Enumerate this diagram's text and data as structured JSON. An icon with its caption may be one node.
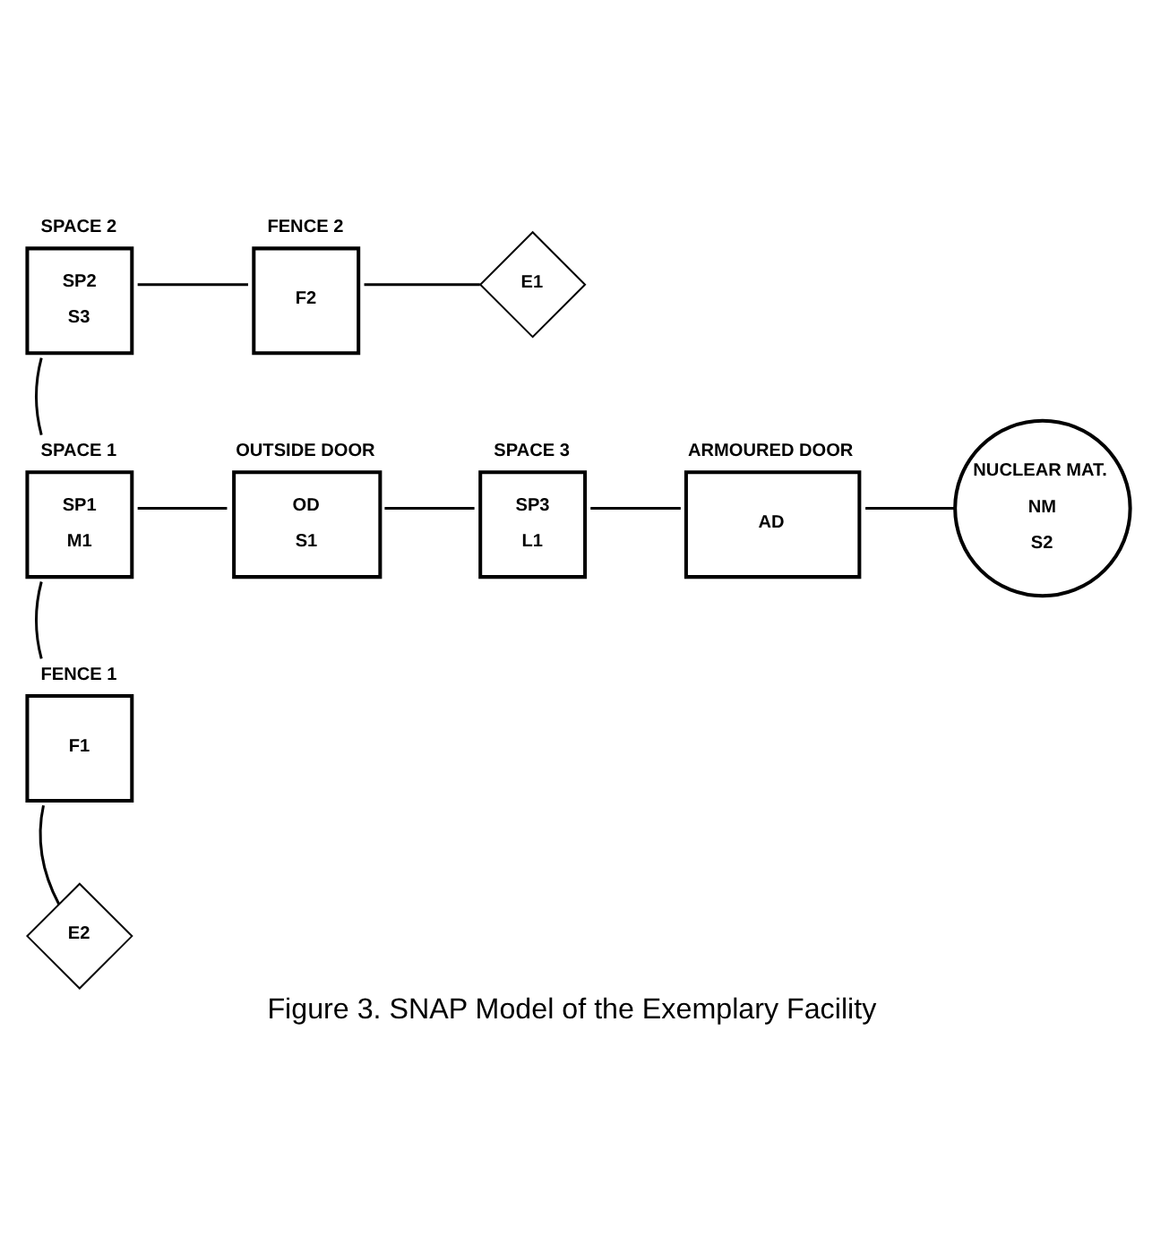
{
  "diagram": {
    "caption": "Figure 3. SNAP Model of the Exemplary Facility",
    "nodes": [
      {
        "text": [
          "SPACE 2",
          "SP2",
          "S3"
        ]
      },
      {
        "text": [
          "FENCE 2",
          "F2"
        ]
      },
      {
        "text": [
          "E1"
        ]
      },
      {
        "text": [
          "SPACE 1",
          "SP1",
          "M1"
        ]
      },
      {
        "text": [
          "OUTSIDE DOOR",
          "OD",
          "S1"
        ]
      },
      {
        "text": [
          "SPACE 3",
          "SP3",
          "L1"
        ]
      },
      {
        "text": [
          "ARMOURED DOOR",
          "AD"
        ]
      },
      {
        "text": [
          "NUCLEAR MAT.",
          "NM",
          "S2"
        ]
      },
      {
        "text": [
          "FENCE 1",
          "F1"
        ]
      },
      {
        "text": [
          "E2"
        ]
      }
    ],
    "edges": [
      {
        "from": 0,
        "to": 3,
        "arrow": "none"
      },
      {
        "from": 0,
        "to": 1,
        "arrow": "none"
      },
      {
        "from": 1,
        "to": 2,
        "arrow": "none"
      },
      {
        "from": 3,
        "to": 4,
        "arrow": "none"
      },
      {
        "from": 4,
        "to": 5,
        "arrow": "none"
      },
      {
        "from": 5,
        "to": 6,
        "arrow": "none"
      },
      {
        "from": 6,
        "to": 7,
        "arrow": "none"
      },
      {
        "from": 3,
        "to": 8,
        "arrow": "none"
      },
      {
        "from": 8,
        "to": 9,
        "arrow": "none"
      }
    ]
  }
}
